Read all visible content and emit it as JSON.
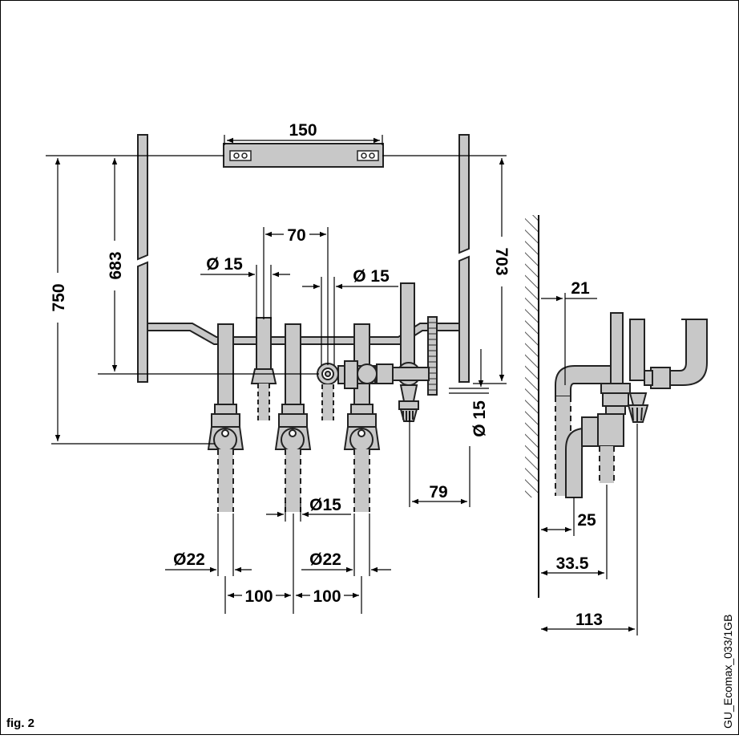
{
  "figure": {
    "caption": "fig. 2",
    "reference_code": "GU_Ecomax_033/1GB"
  },
  "dimensions": {
    "bracket_width": "150",
    "left_height_outer": "750",
    "left_height_inner": "683",
    "right_height": "703",
    "spacing_top": "70",
    "pipe_dia_left": "Ø 15",
    "pipe_dia_mid": "Ø 15",
    "valve_dia_vertical": "Ø 15",
    "offset_79": "79",
    "pipe_dia_lower": "Ø15",
    "pipe_dia_22_left": "Ø22",
    "pipe_dia_22_right": "Ø22",
    "spacing_100_left": "100",
    "spacing_100_right": "100",
    "side_21": "21",
    "side_25": "25",
    "side_33_5": "33.5",
    "side_113": "113"
  },
  "colors": {
    "pipe_fill": "#c8c8c8",
    "pipe_stroke": "#222222",
    "wall_hatch": "#555555"
  }
}
